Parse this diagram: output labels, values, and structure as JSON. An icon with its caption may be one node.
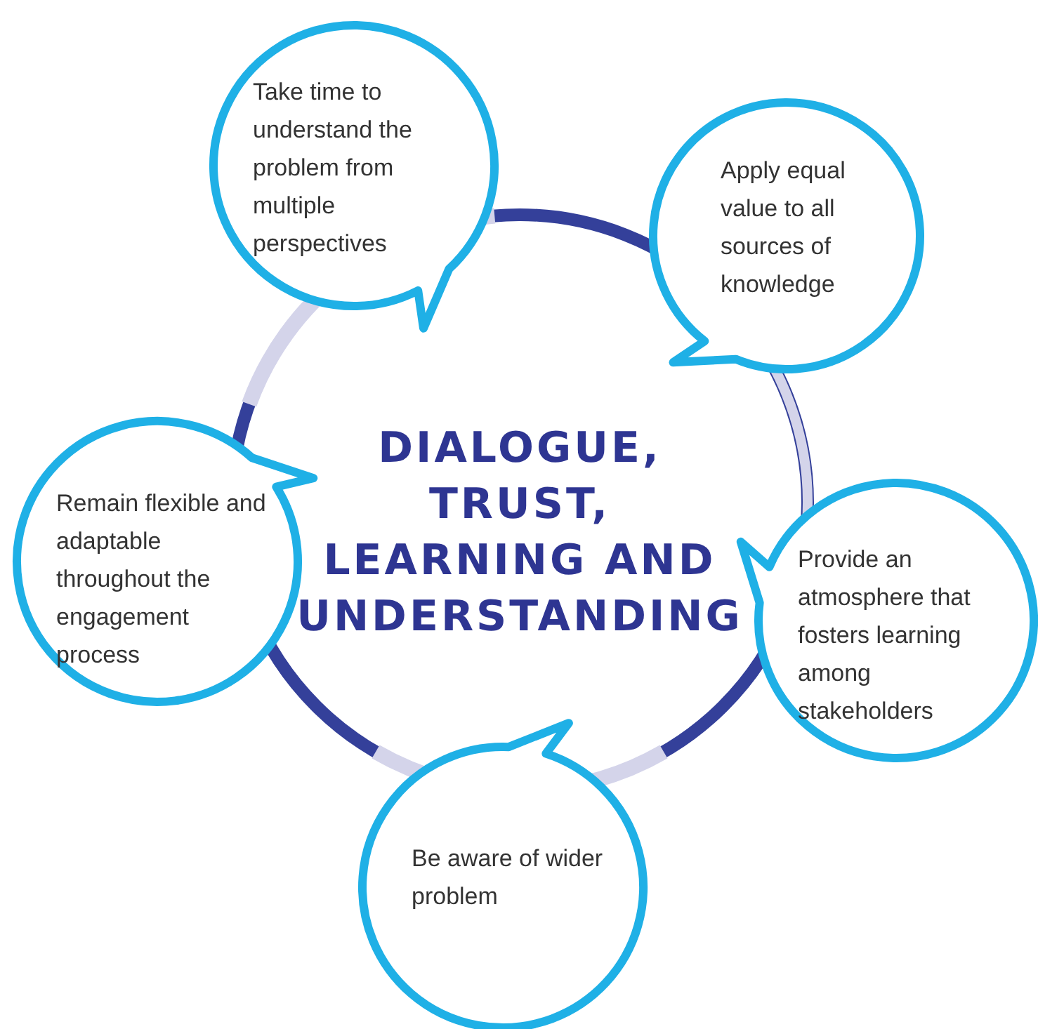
{
  "diagram": {
    "nodes": [
      {
        "text": [
          "Take time to understand the problem from multiple perspectives"
        ]
      },
      {
        "text": [
          "Apply equal value to all sources of knowledge"
        ]
      },
      {
        "text": [
          "DIALOGUE, TRUST, LEARNING AND UNDERSTANDING"
        ]
      },
      {
        "text": [
          "Remain flexible and adaptable throughout the engagement process"
        ]
      },
      {
        "text": [
          "Provide an atmosphere that fosters learning among stakeholders"
        ]
      },
      {
        "text": [
          "Be aware of wider problem"
        ]
      }
    ],
    "edges": []
  }
}
